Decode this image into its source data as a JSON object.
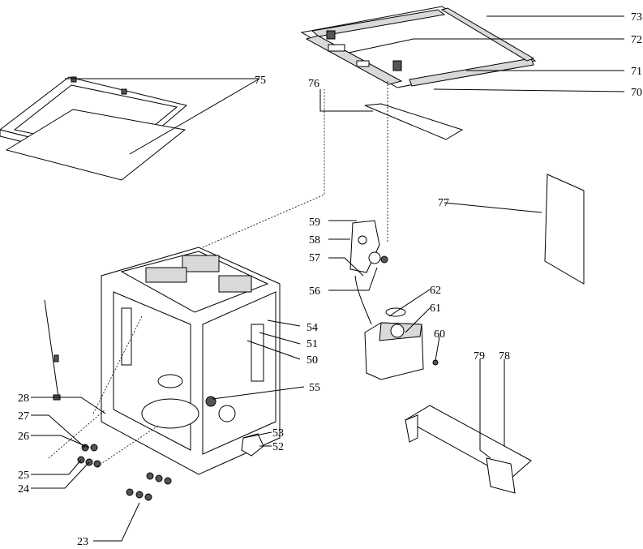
{
  "callouts": [
    {
      "id": "73",
      "label": "73"
    },
    {
      "id": "72",
      "label": "72"
    },
    {
      "id": "71",
      "label": "71"
    },
    {
      "id": "70",
      "label": "70"
    },
    {
      "id": "75",
      "label": "75"
    },
    {
      "id": "76",
      "label": "76"
    },
    {
      "id": "77",
      "label": "77"
    },
    {
      "id": "59",
      "label": "59"
    },
    {
      "id": "58",
      "label": "58"
    },
    {
      "id": "57",
      "label": "57"
    },
    {
      "id": "56",
      "label": "56"
    },
    {
      "id": "62",
      "label": "62"
    },
    {
      "id": "61",
      "label": "61"
    },
    {
      "id": "60",
      "label": "60"
    },
    {
      "id": "79",
      "label": "79"
    },
    {
      "id": "78",
      "label": "78"
    },
    {
      "id": "54",
      "label": "54"
    },
    {
      "id": "51",
      "label": "51"
    },
    {
      "id": "50",
      "label": "50"
    },
    {
      "id": "55",
      "label": "55"
    },
    {
      "id": "53",
      "label": "53"
    },
    {
      "id": "52",
      "label": "52"
    },
    {
      "id": "28",
      "label": "28"
    },
    {
      "id": "27",
      "label": "27"
    },
    {
      "id": "26",
      "label": "26"
    },
    {
      "id": "25",
      "label": "25"
    },
    {
      "id": "24",
      "label": "24"
    },
    {
      "id": "23",
      "label": "23"
    }
  ]
}
